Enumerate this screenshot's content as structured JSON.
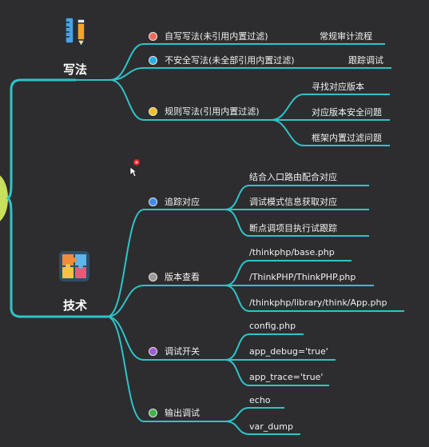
{
  "colors": {
    "line": "#2ec4c9",
    "background": "#2d2d2f",
    "root_node": "#c8e05a",
    "dot_red": "#f06a5a",
    "dot_cyan": "#2aaee6",
    "dot_yellow": "#f5bf20",
    "dot_blue": "#3b8cf0",
    "dot_gray": "#9a9a9a",
    "dot_purple": "#a35ad8",
    "dot_green": "#3bb54a"
  },
  "icons": {
    "writing": "pencil-ruler-icon",
    "technique": "puzzle-icon",
    "marker": "red-dot-icon",
    "cursor": "mouse-pointer-icon"
  },
  "mindmap": {
    "writing": {
      "title": "写法",
      "branches": [
        {
          "label": "自写写法(未引用内置过滤)",
          "children": [
            "常规审计流程"
          ]
        },
        {
          "label": "不安全写法(未全部引用内置过滤)",
          "children": [
            "跟踪调试"
          ]
        },
        {
          "label": "规则写法(引用内置过滤)",
          "children": [
            "寻找对应版本",
            "对应版本安全问题",
            "框架内置过滤问题"
          ]
        }
      ]
    },
    "technique": {
      "title": "技术",
      "branches": [
        {
          "label": "追踪对应",
          "children": [
            "结合入口路由配合对应",
            "调试模式信息获取对应",
            "断点调项目执行试跟踪"
          ]
        },
        {
          "label": "版本查看",
          "children": [
            "/thinkphp/base.php",
            "/ThinkPHP/ThinkPHP.php",
            "/thinkphp/library/think/App.php"
          ]
        },
        {
          "label": "调试开关",
          "children": [
            "config.php",
            "app_debug='true'",
            "app_trace='true'"
          ]
        },
        {
          "label": "输出调试",
          "children": [
            "echo",
            "var_dump"
          ]
        }
      ]
    }
  }
}
